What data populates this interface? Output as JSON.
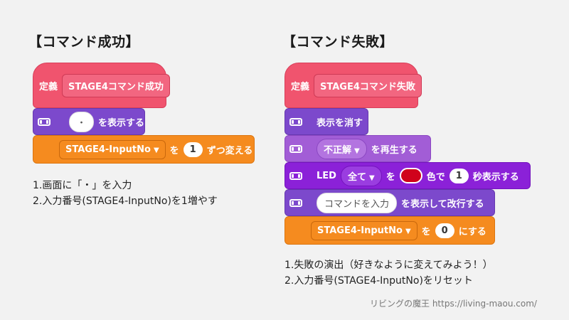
{
  "left": {
    "heading": "【コマンド成功】",
    "define_label": "定義",
    "define_name": "STAGE4コマンド成功",
    "show_value": "・",
    "show_suffix": "を表示する",
    "var_name": "STAGE4-InputNo",
    "change_prefix": "を",
    "change_value": "1",
    "change_suffix": "ずつ変える",
    "notes": [
      "1.画面に「・」を入力",
      "2.入力番号(STAGE4-InputNo)を1増やす"
    ]
  },
  "right": {
    "heading": "【コマンド失敗】",
    "define_label": "定義",
    "define_name": "STAGE4コマンド失敗",
    "clear_label": "表示を消す",
    "sound_value": "不正解",
    "sound_suffix": "を再生する",
    "led_label": "LED",
    "led_target": "全て",
    "led_mid": "を",
    "led_color_suffix": "色で",
    "led_seconds": "1",
    "led_suffix": "秒表示する",
    "show_placeholder": "コマンドを入力",
    "show_suffix": "を表示して改行する",
    "var_name": "STAGE4-InputNo",
    "set_prefix": "を",
    "set_value": "0",
    "set_suffix": "にする",
    "notes": [
      "1.失敗の演出（好きなように変えてみよう！）",
      "2.入力番号(STAGE4-InputNo)をリセット"
    ]
  },
  "footer": "リビングの魔王 https://living-maou.com/",
  "colors": {
    "hat": "#f0546e",
    "purple": "#7c49cc",
    "orange": "#f58b1f",
    "led_color": "#d0021b"
  }
}
